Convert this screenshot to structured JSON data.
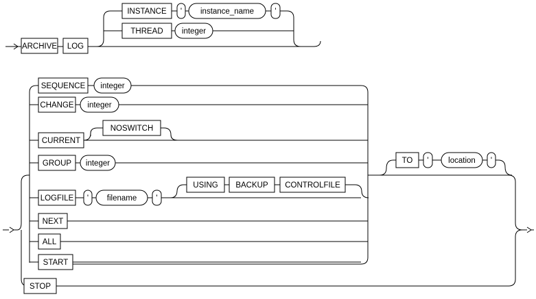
{
  "diagram": {
    "keywords": {
      "archive": "ARCHIVE",
      "log": "LOG",
      "instance": "INSTANCE",
      "thread": "THREAD",
      "sequence": "SEQUENCE",
      "change": "CHANGE",
      "current": "CURRENT",
      "noswitch": "NOSWITCH",
      "group": "GROUP",
      "logfile": "LOGFILE",
      "using": "USING",
      "backup": "BACKUP",
      "controlfile": "CONTROLFILE",
      "next": "NEXT",
      "all": "ALL",
      "start": "START",
      "stop": "STOP",
      "to": "TO"
    },
    "variables": {
      "instance_name": "instance_name",
      "integer": "integer",
      "filename": "filename",
      "location": "location"
    },
    "quote": "'"
  }
}
